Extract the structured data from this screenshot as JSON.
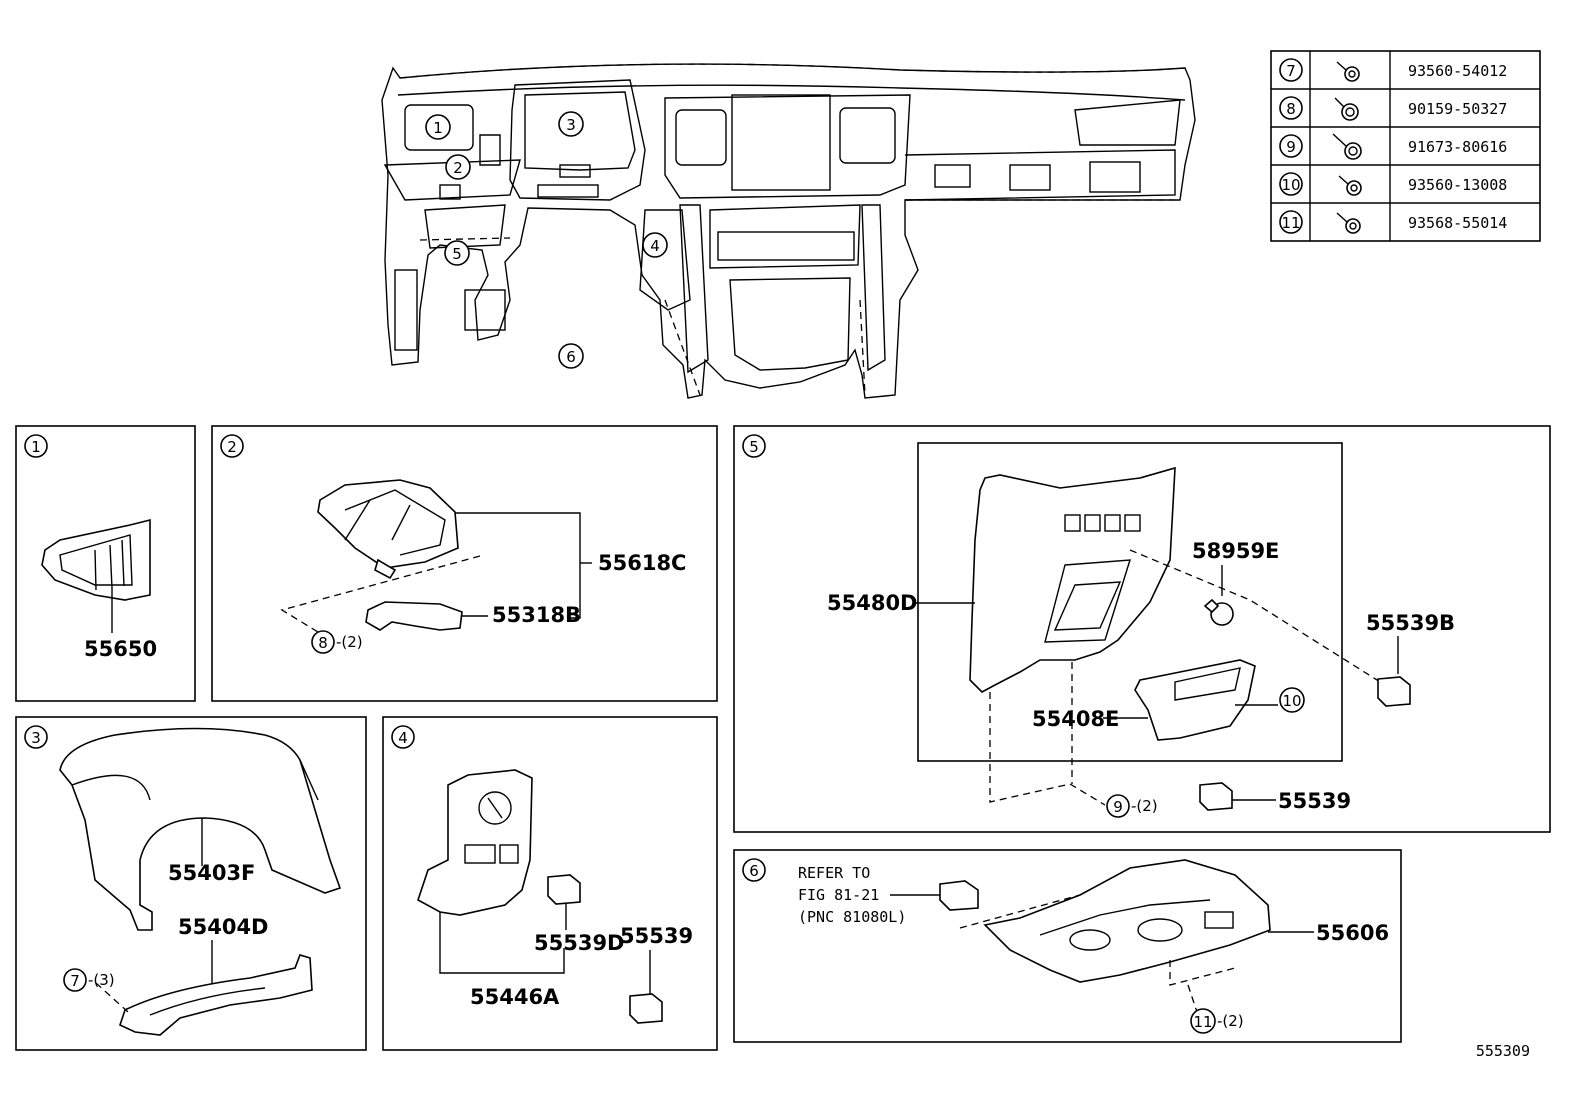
{
  "fastener_table": [
    {
      "ref": "7",
      "icon": "bolt-icon",
      "part_no": "93560-54012"
    },
    {
      "ref": "8",
      "icon": "bolt-icon",
      "part_no": "90159-50327"
    },
    {
      "ref": "9",
      "icon": "bolt-icon",
      "part_no": "91673-80616"
    },
    {
      "ref": "10",
      "icon": "bolt-icon",
      "part_no": "93560-13008"
    },
    {
      "ref": "11",
      "icon": "bolt-icon",
      "part_no": "93568-55014"
    }
  ],
  "overview": {
    "callouts": [
      "1",
      "2",
      "3",
      "4",
      "5",
      "6"
    ]
  },
  "panels": {
    "p1": {
      "ref": "1",
      "parts": [
        "55650"
      ]
    },
    "p2": {
      "ref": "2",
      "parts": [
        "55618C",
        "55318B"
      ],
      "fastener": "8",
      "qty": "-(2)"
    },
    "p3": {
      "ref": "3",
      "parts": [
        "55403F",
        "55404D"
      ],
      "fastener": "7",
      "qty": "-(3)"
    },
    "p4": {
      "ref": "4",
      "parts": [
        "55539D",
        "55539",
        "55446A"
      ]
    },
    "p5": {
      "ref": "5",
      "parts": [
        "55480D",
        "58959E",
        "55539B",
        "55408E",
        "55539"
      ],
      "fastener_a": "10",
      "fastener_b": "9",
      "qty": "-(2)"
    },
    "p6": {
      "ref": "6",
      "note": [
        "REFER TO",
        "FIG 81-21",
        "(PNC 81080L)"
      ],
      "parts": [
        "55606"
      ],
      "fastener": "11",
      "qty": "-(2)"
    }
  },
  "figure_id": "555309"
}
